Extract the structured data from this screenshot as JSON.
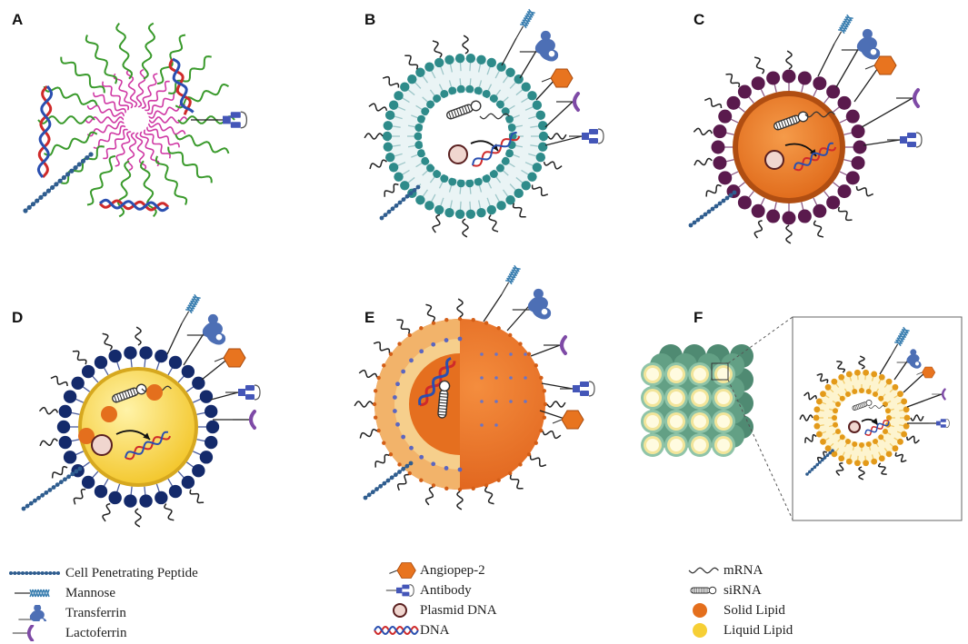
{
  "panels": [
    "A",
    "B",
    "C",
    "D",
    "E",
    "F"
  ],
  "legend": {
    "col1": [
      "Cell Penetrating Peptide",
      "Mannose",
      "Transferrin",
      "Lactoferrin"
    ],
    "col2": [
      "Angiopep-2",
      "Antibody",
      "Plasmid DNA",
      "DNA"
    ],
    "col3": [
      "mRNA",
      "siRNA",
      "Solid Lipid",
      "Liquid Lipid"
    ]
  },
  "colors": {
    "peptide": "#2f5d8f",
    "micelle_tail": "#3a9a2c",
    "micelle_core": "#d03aa5",
    "liposome_head": "#2e8b8a",
    "liposome_tail": "#9ec7c9",
    "slnp_head": "#5a1a4d",
    "solid_lipid": "#e46f1d",
    "liquid_lipid": "#f6cf35",
    "nlc_head": "#142a6b",
    "dna_red": "#cf2a2a",
    "dna_blue": "#2a4fb0",
    "lactoferrin": "#7e4aa6",
    "antibody": "#4456b8",
    "transferrin": "#4d6fb5",
    "mannose": "#3b7fb0",
    "angiopep": "#e8741f",
    "cube": "#5f9a82"
  }
}
